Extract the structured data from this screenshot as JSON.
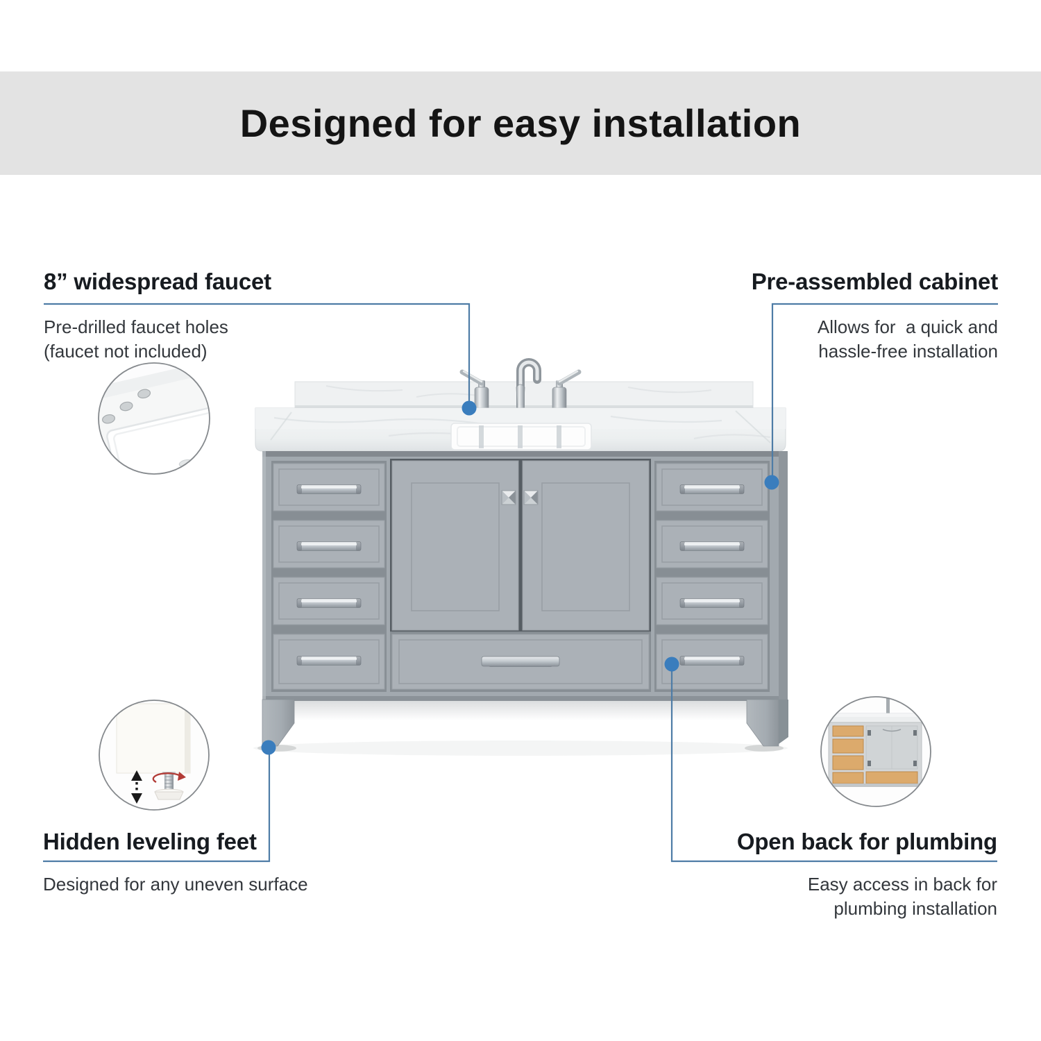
{
  "title": "Designed for easy installation",
  "callouts": {
    "faucet": {
      "heading": "8” widespread faucet",
      "line1": "Pre-drilled faucet holes",
      "line2": "(faucet not included)"
    },
    "cabinet": {
      "heading": "Pre-assembled cabinet",
      "line1": "Allows for  a quick and",
      "line2": "hassle-free installation"
    },
    "feet": {
      "heading": "Hidden leveling feet",
      "line1": "Designed for any uneven surface"
    },
    "plumbing": {
      "heading": "Open back for plumbing",
      "line1": "Easy access in back for",
      "line2": "plumbing installation"
    }
  },
  "insets": {
    "sink_closeup": "pre-drilled sink closeup",
    "leveling_foot": "adjustable leveling foot with up-down-arrow icon and rotation-arrow icon",
    "open_back": "rear view of cabinet with open plumbing access"
  },
  "icons": [
    "up-down-arrow-icon",
    "rotation-arrow-icon",
    "marker-dot"
  ],
  "colors": {
    "accent_blue": "#3a7dbd",
    "line_blue": "#4e7ca6",
    "band_gray": "#e3e3e3",
    "heading_text": "#171b20",
    "body_text": "#33373c",
    "title_text": "#141414",
    "cabinet_gray": "#abb1b7",
    "marble_white": "#f1f3f4",
    "wood_tan": "#dcaa6c"
  }
}
